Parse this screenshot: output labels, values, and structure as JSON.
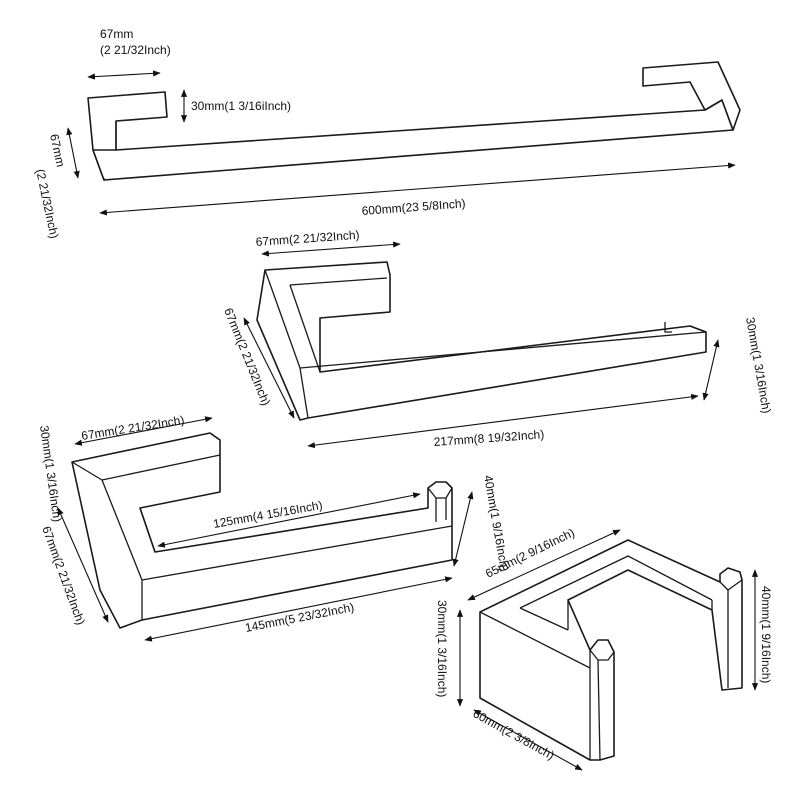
{
  "towel_bar": {
    "depth_top": [
      "67mm",
      "(2 21/32Inch)"
    ],
    "thickness": "30mm(1 3/16iInch)",
    "height_side": [
      "67mm",
      "(2 21/32Inch)"
    ],
    "length": "600mm(23 5/8Inch)"
  },
  "paper_holder": {
    "depth_top": "67mm(2 21/32Inch)",
    "height_side": "67mm(2 21/32Inch)",
    "thickness": "30mm(1 3/16Inch)",
    "length": "217mm(8 19/32Inch)"
  },
  "towel_ring": {
    "depth_top": "67mm(2 21/32Inch)",
    "thickness": "30mm(1 3/16Inch)",
    "height_side": "67mm(2 21/32Inch)",
    "inner_length": "125mm(4 15/16Inch)",
    "end_height": "40mm(1 9/16Inch)",
    "length": "145mm(5 23/32Inch)"
  },
  "robe_hook": {
    "width": "65mm(2 9/16Inch)",
    "end_height": "40mm(1 9/16Inch)",
    "thickness": "30mm(1 3/16Inch)",
    "depth": "60mm(2 3/8Inch)"
  }
}
